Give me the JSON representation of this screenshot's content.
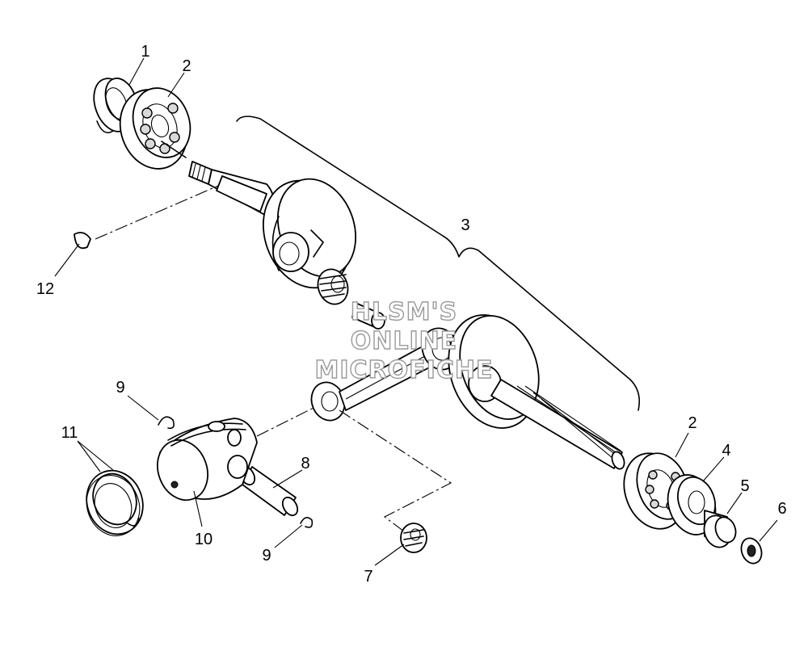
{
  "diagram": {
    "callouts": {
      "c1": "1",
      "c2a": "2",
      "c2b": "2",
      "c3": "3",
      "c4": "4",
      "c5": "5",
      "c6": "6",
      "c7": "7",
      "c8": "8",
      "c9a": "9",
      "c9b": "9",
      "c10": "10",
      "c11": "11",
      "c12": "12"
    },
    "watermark": {
      "line1": "HLSM'S",
      "line2": "ONLINE",
      "line3": "MICROFICHE"
    },
    "colors": {
      "ink": "#000000",
      "paper": "#ffffff",
      "watermark_outline": "#9a9a9a"
    }
  }
}
